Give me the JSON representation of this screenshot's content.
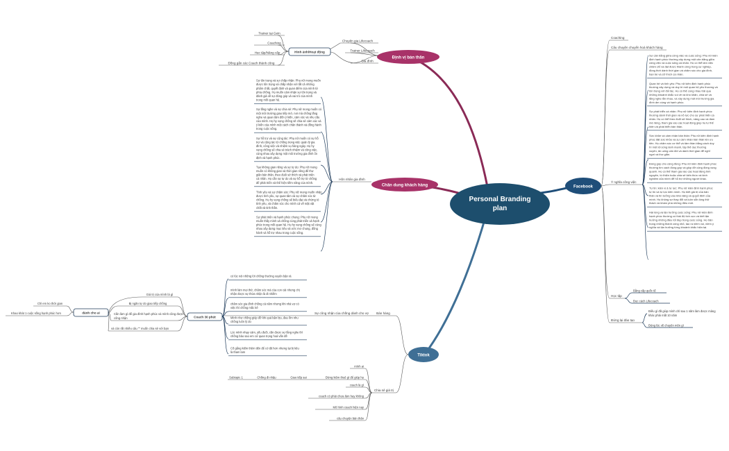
{
  "center": "Personal Branding plan",
  "branches": {
    "dinh_vi": {
      "label": "Định vị bản thân",
      "color": "#a83268",
      "sub": {
        "hinh_anh": "Hình ảnh/Hoạt động",
        "hinh_anh_items": [
          "Trainer tại Gein",
          "Coaching",
          "Học tập/Nâng cấp",
          "Đồng gắn các Coach thành công"
        ],
        "right_items": [
          "Chuyên gia Lifecoach",
          "Trainer Lifecoach",
          "Gia đình"
        ]
      }
    },
    "chan_dung": {
      "label": "Chân dung khách hàng",
      "color": "#a83268",
      "sub_label": "Hôn nhân gia đình",
      "paragraphs": [
        "Sự tôn trọng và sự chấp nhận: Phụ nữ mong muốn được tôn trọng và chấp nhận với tất cả những phẩm chất, quyết định và quan điểm của mình từ phía chồng. Họ muốn cảm nhận sự tôn trọng và đánh giá về sự đóng góp và vai trò của mình trong mối quan hệ.",
        "Sự lắng nghe và sự chia sẻ: Phụ nữ mong muốn có một môi trường giao tiếp mở, nơi mà chồng lắng nghe và quan tâm đến ý kiến, cảm xúc và nhu cầu của mình. Họ hy vọng chồng sẽ chia sẻ cảm xúc và ý kiến của mình một cách chân thành và đồng hành trong cuộc sống.",
        "Sự hỗ trợ và sự cộng tác: Phụ nữ muốn có sự hỗ trợ và cộng tác từ chồng trong việc quản lý gia đình, công việc và nhiệm vụ hàng ngày. Họ hy vọng chồng sẽ chia sẻ trách nhiệm và công việc, cùng nhau xây dựng một môi trường gia đình ổn định và hạnh phúc.",
        "Tạo không gian riêng và sự tự do: Phụ nữ mong muốn có không gian và thời gian riêng để thư giãn bản thân, theo đuổi sở thích và phát triển cá nhân. Họ cần sự tự do và sự hỗ trợ từ chồng để phát triển và thể hiện tiềm năng của mình.",
        "Tình yêu và sự chăm sóc: Phụ nữ mong muốn nhận được tình yêu, sự quan tâm và sự chăm sóc từ chồng. Họ hy vọng chồng sẽ biểu đạt và chứng tỏ tình yêu, và chăm sóc cho mình cả về mặt vật chất và tinh thần.",
        "Sự phát triển và hạnh phúc chung: Phụ nữ mong muốn thấy mình và chồng cùng phát triển và hạnh phúc trong mối quan hệ. Họ hy vọng chồng sẽ cùng nhau xây dựng mục tiêu và ước mơ chung, đồng hành và hỗ trợ nhau trong cuộc sống."
      ]
    },
    "facebook": {
      "label": "Facebook",
      "color": "#1f4e79",
      "top_items": [
        "Coaching",
        "Câu chuyện chuyển hoá khách hàng"
      ],
      "y_nghia_label": "Ý nghĩa công việc",
      "paragraphs": [
        "Sự cân bằng giữa công việc và cuộc sống: Phụ nữ kiên định hạnh phúc thường xây dựng một cân bằng giữa công việc và cuộc sống cá nhân. Họ có thể làm việc chăm chỉ và đạt được thành công trong sự nghiệp, đồng thời dành thời gian và chăm sóc cho gia đình, bạn bè và sở thích cá nhân.",
        "Quan hệ và tình yêu: Phụ nữ kiên định hạnh phúc thường xây dựng và duy trì mối quan hệ yêu thương và tôn trọng với đối tác. Họ có thể cùng nhau trải qua những khoảnh khắc vui vẻ và khó khăn, chia sẻ và lắng nghe lẫn nhau, và xây dựng một môi trường gia đình ấm cúng và hạnh phúc.",
        "Sự phát triển cá nhân: Phụ nữ kiên định hạnh phúc thường dành thời gian và nỗ lực cho sự phát triển cá nhân. Họ có thể theo đuổi sở thích, nâng cao và đam mê riêng, tham gia vào các hoạt động giúp họ tự thể hiện và phát triển bản thân.",
        "Sức khỏe và cảm nhận bản thân: Phụ nữ kiên định hạnh phúc đặt sức khỏe và sự cảm nhận bản thân lên ưu tiên. Họ chăm sóc cơ thể và tâm thần bằng cách duy trì một lối sống lành mạnh, tập thể dục thường xuyên, ăn uống cân đối và dành thời gian để nghỉ ngơi và thư giãn.",
        "Đóng góp cho cộng đồng: Phụ nữ kiên định hạnh phúc thường tìm cách đóng góp và giúp đỡ cộng đồng xung quanh. Họ có thể tham gia vào các hoạt động tình nguyện, từ thiện hoặc chia sẻ kiến thức và kinh nghiệm của mình để hỗ trợ những người khác.",
        "Tự tin: kiên vị & tự lực: Phụ nữ kiên định hạnh phúc tự tin và tự lực kiên mình. Họ biết giá trị của bản thân và tin tưởng vào khả năng và quyết định của mình. Họ không sợ thay đổi và luôn sẵn lòng thử thách và khám phá những điều mới.",
        "Hài lòng và tận hưởng cuộc sống: Phụ nữ kiên định hạnh phúc thường có thái độ tích cực và biết tận hưởng những điều tốt đẹp trong cuộc sống. Họ trân trọng những thành công nhỏ, tạo ra niềm vui, niềm ý nghĩa và tận hưởng từng khoảnh khắc hiện tại."
      ],
      "hoc_tap_label": "Học tập",
      "hoc_tap_items": [
        "Bằng cấp quốc tế",
        "Đọc cách Lifecoach"
      ],
      "dung_lai_label": "Đứng lại đào tạo",
      "dung_lai_items": [
        "Điều gì đã giúp mình chỉ sau 1 năm làm được mảng khác phải mất 10 năm",
        "Đúng lúc về chuyên môn gì"
      ]
    },
    "tiktok": {
      "label": "Tiktok",
      "color": "#2e5a7a",
      "ban_hang": "Bán hàng",
      "su_cong_nhan": "Sự công nhận của chồng dành cho vợ",
      "coach30": "Coach 30 phút",
      "coach30_items": [
        "có lúc nói những lời chồng thường xuyên bận rá",
        "mình làm mọi thứ, chăm sóc mà của con cái nhưng chị nhận được sự thừa nhận là đi nhiềm",
        "chăm sóc gia đình chồng cả năm nhưng khi nhà vợ có việc thì chồng mắc kê",
        "Mình như chồng giúp đỡ khi quá bận bịu, đau ốm nhu chồng luôn lý do",
        "Lúc mình nhạy cảm, yếu đuối, cần được sự lắng nghe thì chồng bảo sao em cứ quan trọng hoá vấn đề",
        "Cố gắng kiếm thêm tiền để có tất hơn nhưng lại bị kêu là tham lam"
      ],
      "danh_cho_ai": "dành cho ai",
      "left_items": [
        "Giá trị của mình là gì",
        "Bị ngăn tự do giao tiếp chồng",
        "Cần làm gì để gia đình hạnh phúc và mình cũng được công nhận",
        "và còn rất nhiều câu \"\" muốn chia sẻ với bạn"
      ],
      "left_outer": [
        "Chỉ em ko thời gian",
        "Khao khát 1 cuộc sống hạnh phúc hơn"
      ],
      "chia_se": "Chia sẻ giá trị",
      "chia_se_items": [
        "mình ai",
        "Đừng kiêm thuê gì để giúp họ",
        "coach là gì",
        "coach có phải chưa làm hay không",
        "Mô hình coach hiện nay",
        "câu chuyện bản thân"
      ],
      "subtopic_row": [
        "Subtopic 1",
        "Chồng đi nhậu",
        "Giao tiếp sai"
      ]
    }
  }
}
